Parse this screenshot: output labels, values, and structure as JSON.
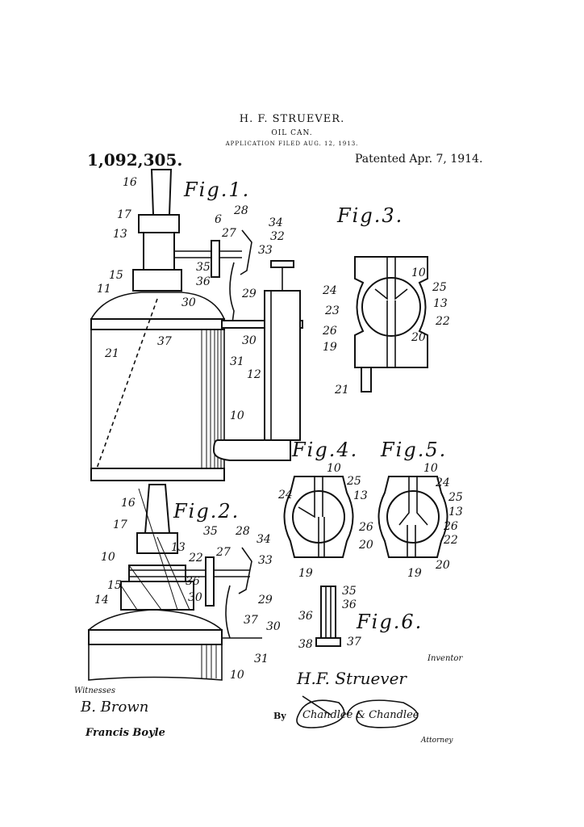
{
  "header": {
    "inventor": "H. F. STRUEVER.",
    "title": "OIL CAN.",
    "application": "APPLICATION FILED AUG. 12, 1913.",
    "patent_number": "1,092,305.",
    "patented": "Patented Apr. 7, 1914."
  },
  "figures": {
    "fig1": {
      "label": "Fig.1.",
      "numerals": [
        "16",
        "17",
        "13",
        "15",
        "11",
        "6",
        "28",
        "34",
        "32",
        "33",
        "27",
        "35",
        "36",
        "30",
        "29",
        "37",
        "30",
        "31",
        "12",
        "21",
        "10"
      ]
    },
    "fig2": {
      "label": "Fig.2.",
      "numerals": [
        "16",
        "17",
        "10",
        "13",
        "22",
        "35",
        "28",
        "34",
        "27",
        "33",
        "36",
        "15",
        "14",
        "30",
        "29",
        "37",
        "30",
        "31",
        "10"
      ]
    },
    "fig3": {
      "label": "Fig.3.",
      "numerals": [
        "10",
        "25",
        "24",
        "23",
        "13",
        "22",
        "26",
        "20",
        "19",
        "21"
      ]
    },
    "fig4": {
      "label": "Fig.4.",
      "numerals": [
        "10",
        "25",
        "24",
        "13",
        "26",
        "20",
        "19"
      ]
    },
    "fig5": {
      "label": "Fig.5.",
      "numerals": [
        "10",
        "24",
        "25",
        "13",
        "26",
        "22",
        "20",
        "19"
      ]
    },
    "fig6": {
      "label": "Fig.6.",
      "numerals": [
        "35",
        "36",
        "36",
        "38",
        "37"
      ]
    }
  },
  "footer": {
    "witnesses_label": "Witnesses",
    "witness1": "B. Brown",
    "witness2": "Francis Boyle",
    "inventor_label": "Inventor",
    "inventor_name": "H.F. Struever",
    "by_label": "By",
    "attorney_signature": "Chandlee & Chandlee",
    "attorney_label": "Attorney"
  }
}
